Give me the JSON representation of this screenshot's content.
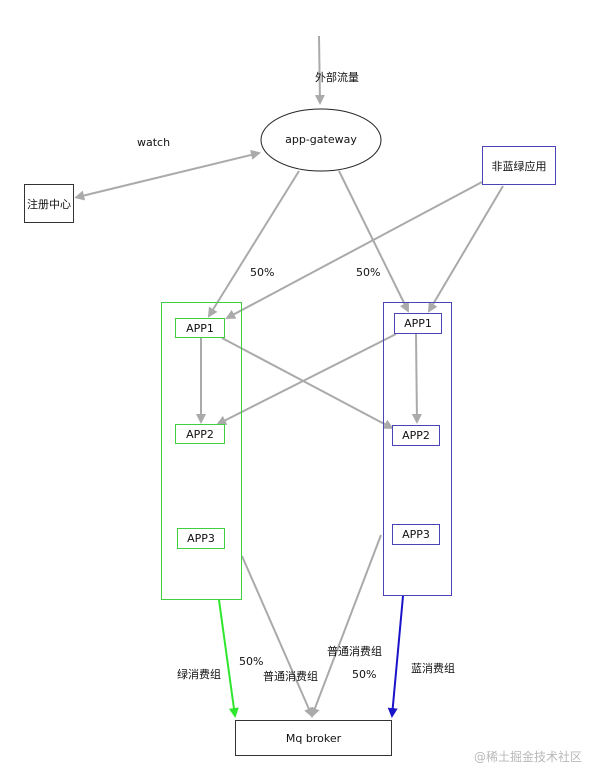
{
  "labels": {
    "external_traffic": "外部流量",
    "watch": "watch",
    "pct_left": "50%",
    "pct_right": "50%",
    "green_consumer": "绿消费组",
    "pct_bottom_left": "50%",
    "normal_consumer_left": "普通消费组",
    "normal_consumer_right": "普通消费组",
    "pct_bottom_right": "50%",
    "blue_consumer": "蓝消费组"
  },
  "nodes": {
    "gateway": "app-gateway",
    "registry": "注册中心",
    "non_blue_green": "非蓝绿应用",
    "green_app1": "APP1",
    "green_app2": "APP2",
    "green_app3": "APP3",
    "blue_app1": "APP1",
    "blue_app2": "APP2",
    "blue_app3": "APP3",
    "broker": "Mq broker"
  },
  "colors": {
    "edge_gray": "#aaaaaa",
    "green": "#2ee62e",
    "blue": "#1a14c8"
  },
  "watermark": "@稀土掘金技术社区"
}
